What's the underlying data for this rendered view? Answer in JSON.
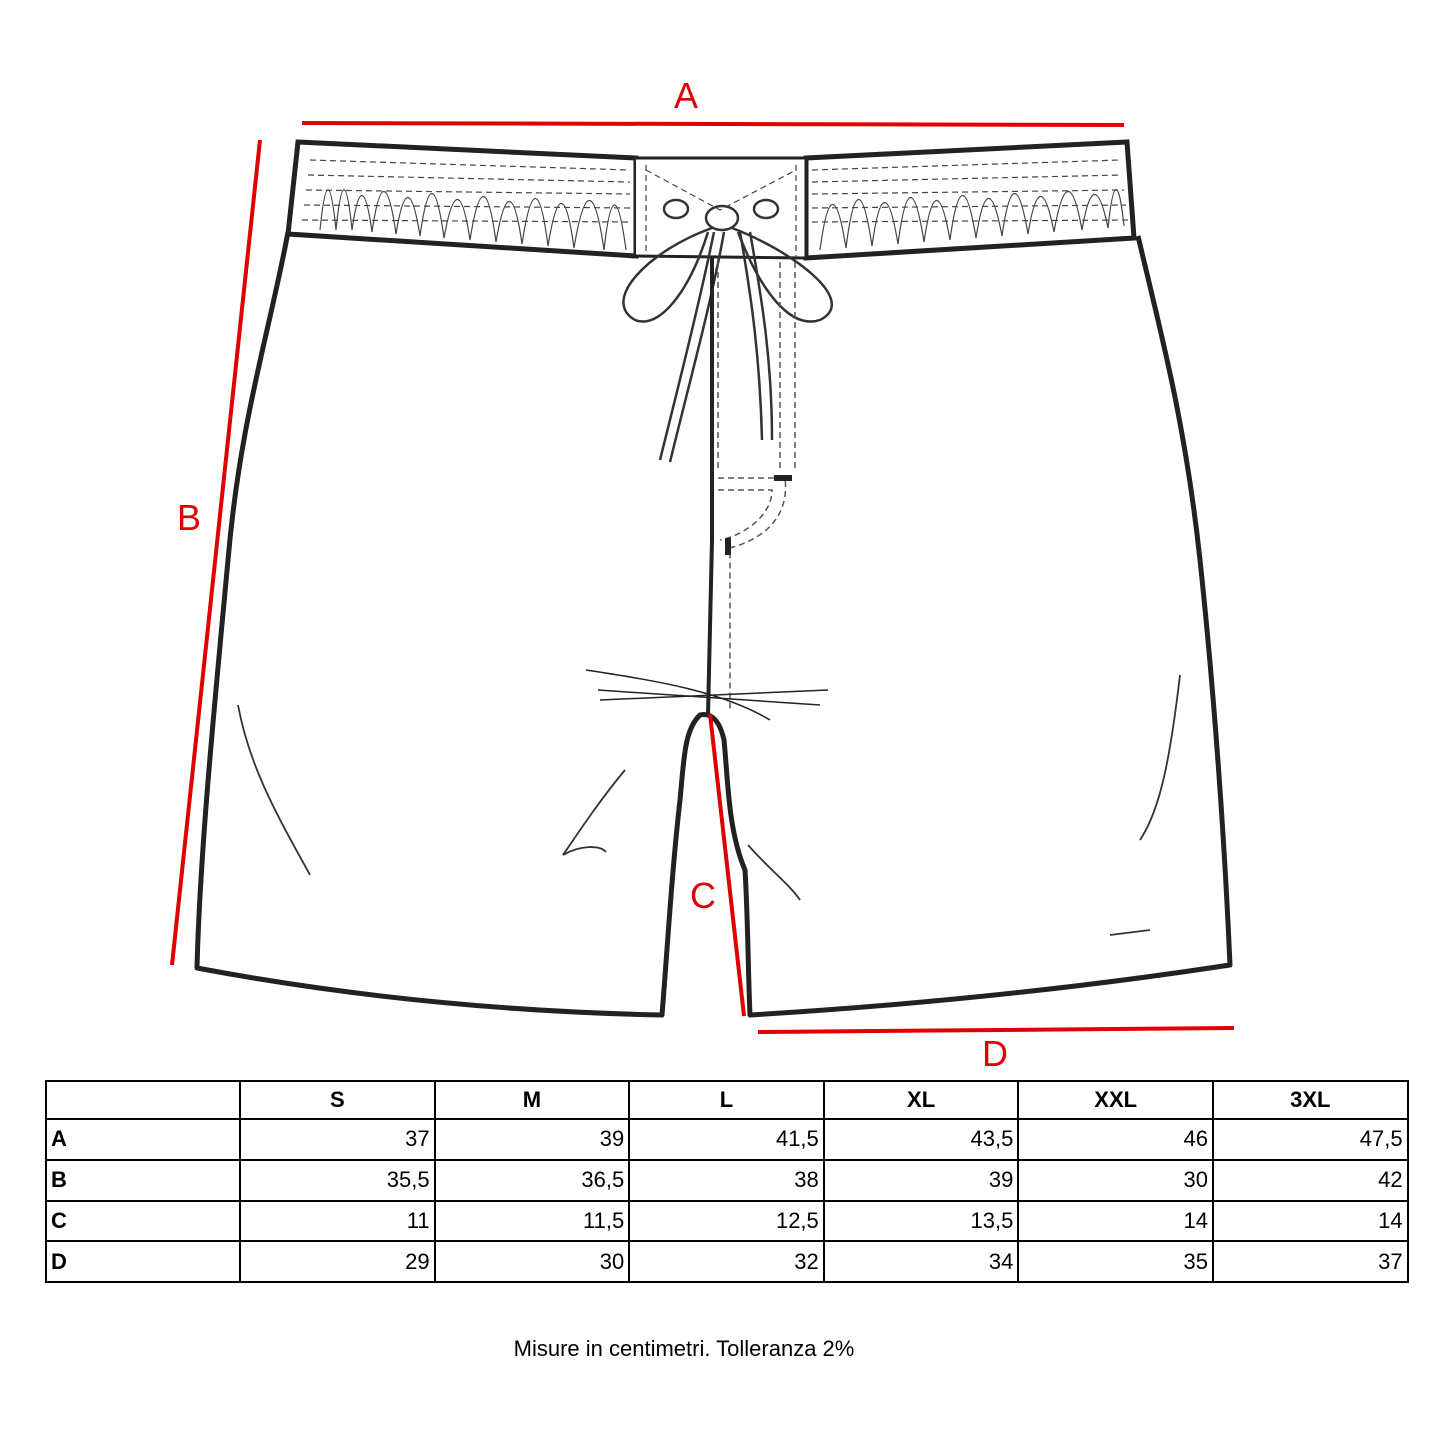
{
  "dimension_labels": {
    "a": "A",
    "b": "B",
    "c": "C",
    "d": "D"
  },
  "colors": {
    "dimension": "#e00000",
    "outline": "#222222"
  },
  "table": {
    "columns": [
      "",
      "S",
      "M",
      "L",
      "XL",
      "XXL",
      "3XL"
    ],
    "rows": [
      {
        "label": "A",
        "values": [
          "37",
          "39",
          "41,5",
          "43,5",
          "46",
          "47,5"
        ]
      },
      {
        "label": "B",
        "values": [
          "35,5",
          "36,5",
          "38",
          "39",
          "30",
          "42"
        ]
      },
      {
        "label": "C",
        "values": [
          "11",
          "11,5",
          "12,5",
          "13,5",
          "14",
          "14"
        ]
      },
      {
        "label": "D",
        "values": [
          "29",
          "30",
          "32",
          "34",
          "35",
          "37"
        ]
      }
    ]
  },
  "footnote": "Misure in centimetri. Tolleranza 2%"
}
